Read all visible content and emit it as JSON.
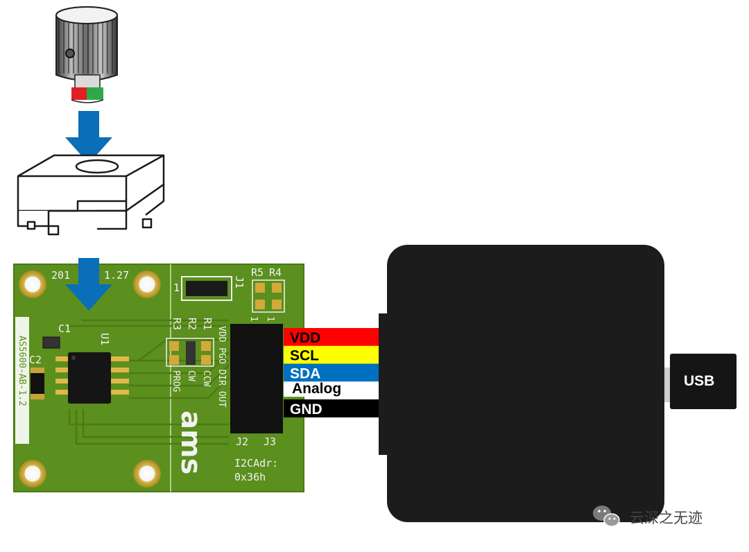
{
  "board": {
    "date_left": "201",
    "date_right": "1.27",
    "part_number": "AS5600-AB-1.2",
    "refs": {
      "c1": "C1",
      "c2": "C2",
      "u1": "U1",
      "r1": "R1",
      "r2": "R2",
      "r3": "R3",
      "r4": "R4",
      "r5": "R5",
      "j1": "J1",
      "j2": "J2",
      "j3": "J3",
      "pin1_a": "1",
      "pin1_b": "1",
      "pin1_c": "1"
    },
    "silk_cw": "CW",
    "silk_ccw": "CCW",
    "silk_prog": "PROG",
    "silk_pins": "VDD PGO DIR OUT",
    "logo": "ams",
    "i2c_label": "I2CAdr:",
    "i2c_addr": "0x36h"
  },
  "wires": [
    {
      "label": "VDD",
      "color": "#ff0000",
      "text_color": "#000000"
    },
    {
      "label": "SCL",
      "color": "#ffff00",
      "text_color": "#000000"
    },
    {
      "label": "SDA",
      "color": "#0070c0",
      "text_color": "#ffffff"
    },
    {
      "label": "Analog",
      "color": "#ffffff",
      "text_color": "#000000"
    },
    {
      "label": "GND",
      "color": "#000000",
      "text_color": "#ffffff"
    }
  ],
  "usb_label": "USB",
  "watermark": "云深之无迹",
  "colors": {
    "pcb": "#5b8f1e",
    "arrow": "#0a6eb8",
    "box": "#1c1c1c",
    "magnet_n": "#e02020",
    "magnet_s": "#2fa84a"
  },
  "icons": [
    "knob-icon",
    "arrow-down-icon",
    "bracket-icon",
    "chip-icon",
    "wechat-icon"
  ]
}
